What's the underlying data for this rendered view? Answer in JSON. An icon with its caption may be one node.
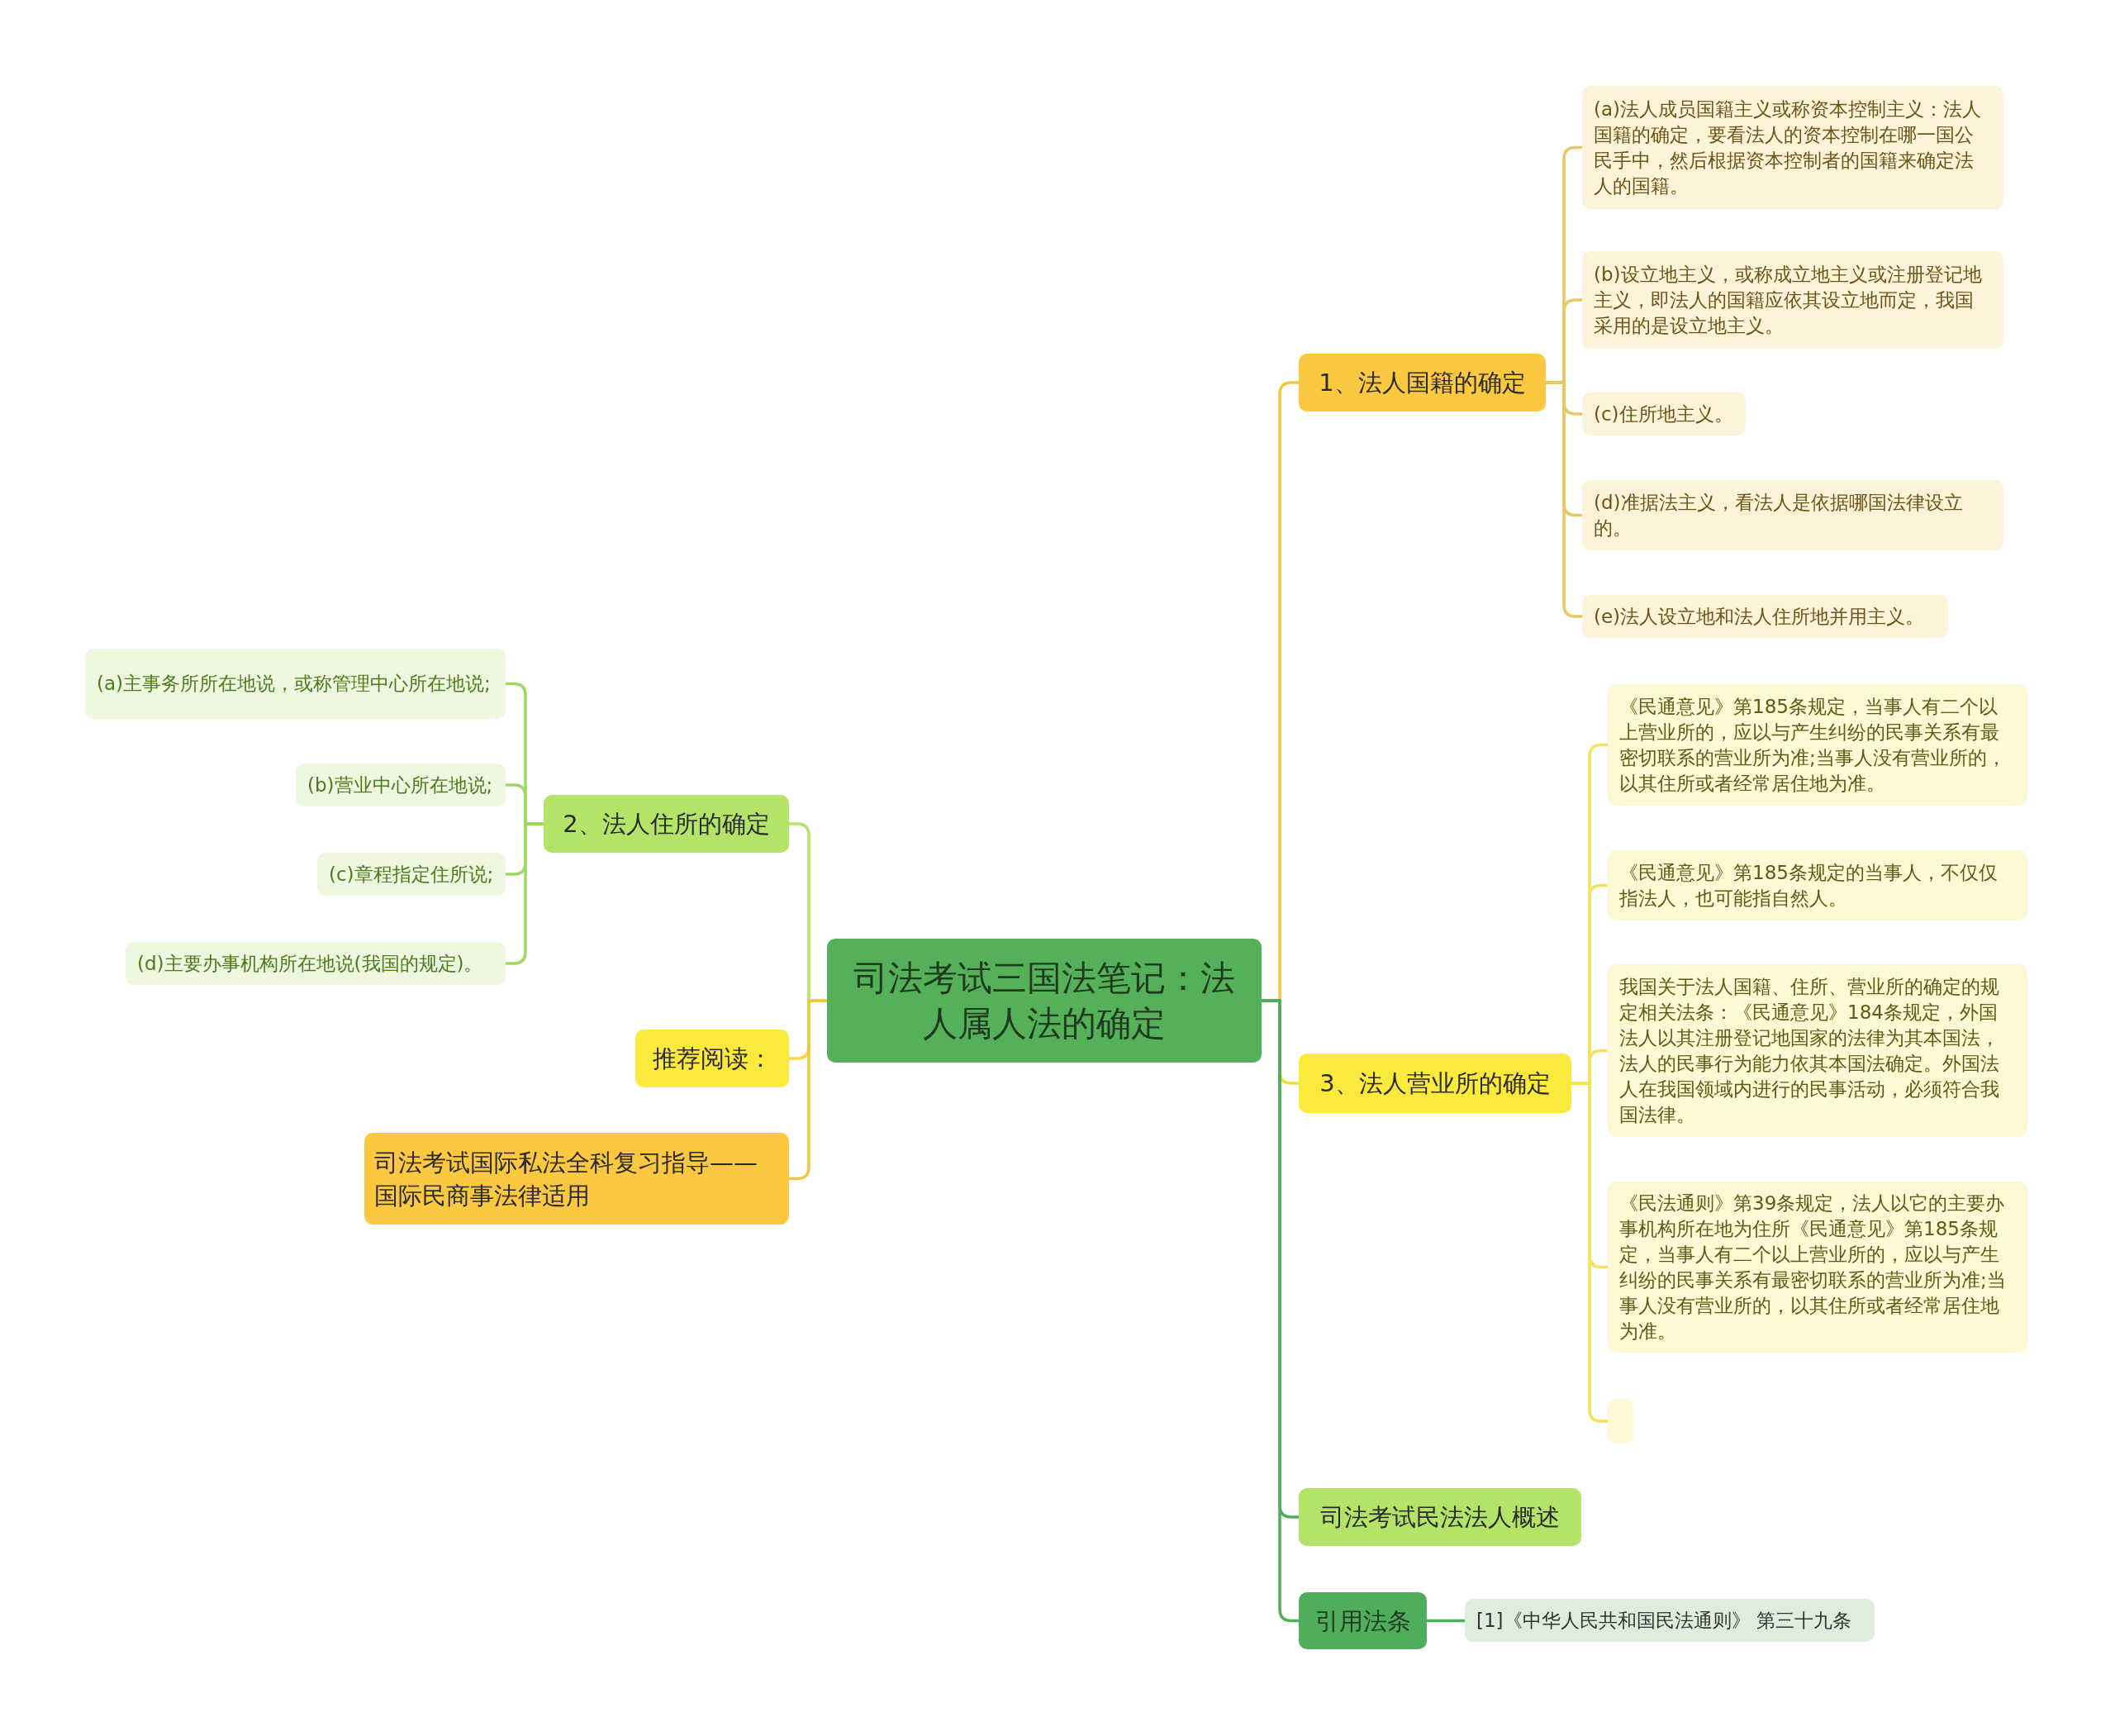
{
  "diagram": {
    "nodes": [
      {
        "text": [
          "司法考试三国法笔记：法人属人法的确定"
        ]
      },
      {
        "text": [
          "1、法人国籍的确定"
        ]
      },
      {
        "text": [
          "(a)法人成员国籍主义或称资本控制主义：法人国籍的确定，要看法人的资本控制在哪一国公民手中，然后根据资本控制者的国籍来确定法人的国籍。"
        ]
      },
      {
        "text": [
          "(b)设立地主义，或称成立地主义或注册登记地主义，即法人的国籍应依其设立地而定，我国采用的是设立地主义。"
        ]
      },
      {
        "text": [
          "(c)住所地主义。"
        ]
      },
      {
        "text": [
          "(d)准据法主义，看法人是依据哪国法律设立的。"
        ]
      },
      {
        "text": [
          "(e)法人设立地和法人住所地并用主义。"
        ]
      },
      {
        "text": [
          "2、法人住所的确定"
        ]
      },
      {
        "text": [
          "(a)主事务所所在地说，或称管理中心所在地说;"
        ]
      },
      {
        "text": [
          "(b)营业中心所在地说;"
        ]
      },
      {
        "text": [
          "(c)章程指定住所说;"
        ]
      },
      {
        "text": [
          "(d)主要办事机构所在地说(我国的规定)。"
        ]
      },
      {
        "text": [
          "推荐阅读："
        ]
      },
      {
        "text": [
          "司法考试国际私法全科复习指导——国际民商事法律适用"
        ]
      },
      {
        "text": [
          "3、法人营业所的确定"
        ]
      },
      {
        "text": [
          "《民通意见》第185条规定，当事人有二个以上营业所的，应以与产生纠纷的民事关系有最密切联系的营业所为准;当事人没有营业所的，以其住所或者经常居住地为准。"
        ]
      },
      {
        "text": [
          "《民通意见》第185条规定的当事人，不仅仅指法人，也可能指自然人。"
        ]
      },
      {
        "text": [
          "我国关于法人国籍、住所、营业所的确定的规定相关法条：《民通意见》184条规定，外国法人以其注册登记地国家的法律为其本国法，法人的民事行为能力依其本国法确定。外国法人在我国领域内进行的民事活动，必须符合我国法律。"
        ]
      },
      {
        "text": [
          "《民法通则》第39条规定，法人以它的主要办事机构所在地为住所《民通意见》第185条规定，当事人有二个以上营业所的，应以与产生纠纷的民事关系有最密切联系的营业所为准;当事人没有营业所的，以其住所或者经常居住地为准。"
        ]
      },
      {
        "text": [],
        "shape": "box"
      },
      {
        "text": [
          "司法考试民法法人概述"
        ]
      },
      {
        "text": [
          "引用法条"
        ]
      },
      {
        "text": [
          "[1]《中华人民共和国民法通则》 第三十九条"
        ]
      }
    ],
    "edges": [
      {
        "from": 0,
        "to": 1,
        "arrow": "none",
        "color": "#f5c63c"
      },
      {
        "from": 1,
        "to": 2,
        "arrow": "none",
        "color": "#e8c660"
      },
      {
        "from": 1,
        "to": 3,
        "arrow": "none",
        "color": "#e8c660"
      },
      {
        "from": 1,
        "to": 4,
        "arrow": "none",
        "color": "#e8c660"
      },
      {
        "from": 1,
        "to": 5,
        "arrow": "none",
        "color": "#e8c660"
      },
      {
        "from": 1,
        "to": 6,
        "arrow": "none",
        "color": "#e8c660"
      },
      {
        "from": 0,
        "to": 7,
        "arrow": "none",
        "color": "#b3e467"
      },
      {
        "from": 7,
        "to": 8,
        "arrow": "none",
        "color": "#9fd862"
      },
      {
        "from": 7,
        "to": 9,
        "arrow": "none",
        "color": "#9fd862"
      },
      {
        "from": 7,
        "to": 10,
        "arrow": "none",
        "color": "#9fd862"
      },
      {
        "from": 7,
        "to": 11,
        "arrow": "none",
        "color": "#9fd862"
      },
      {
        "from": 0,
        "to": 12,
        "arrow": "none",
        "color": "#f5d940"
      },
      {
        "from": 0,
        "to": 13,
        "arrow": "none",
        "color": "#f5c63c"
      },
      {
        "from": 0,
        "to": 14,
        "arrow": "none",
        "color": "#f3dc3a"
      },
      {
        "from": 14,
        "to": 15,
        "arrow": "none",
        "color": "#f3e25c"
      },
      {
        "from": 14,
        "to": 16,
        "arrow": "none",
        "color": "#f3e25c"
      },
      {
        "from": 14,
        "to": 17,
        "arrow": "none",
        "color": "#f3e25c"
      },
      {
        "from": 14,
        "to": 18,
        "arrow": "none",
        "color": "#f3e25c"
      },
      {
        "from": 14,
        "to": 19,
        "arrow": "none",
        "color": "#f3e25c"
      },
      {
        "from": 0,
        "to": 20,
        "arrow": "none",
        "color": "#4fad5b"
      },
      {
        "from": 0,
        "to": 21,
        "arrow": "none",
        "color": "#4fad5b"
      },
      {
        "from": 21,
        "to": 22,
        "arrow": "none",
        "color": "#4fad5b"
      }
    ]
  }
}
